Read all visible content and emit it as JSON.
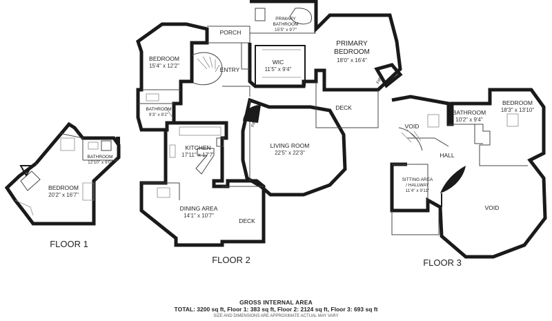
{
  "floors": [
    {
      "label": "FLOOR 1",
      "rooms": [
        {
          "name": "BEDROOM",
          "dims": "20'2\" x 16'7\""
        },
        {
          "name": "BATHROOM",
          "dims": "12'10\" x 9'0\""
        }
      ]
    },
    {
      "label": "FLOOR 2",
      "rooms": [
        {
          "name": "BEDROOM",
          "dims": "15'4\" x 12'2\""
        },
        {
          "name": "PORCH",
          "dims": ""
        },
        {
          "name": "PRIMARY",
          "name2": "BATHROOM",
          "dims": "15'5\" x 9'7\""
        },
        {
          "name": "PRIMARY",
          "name2": "BEDROOM",
          "dims": "18'0\" x 16'4\""
        },
        {
          "name": "WIC",
          "dims": "11'5\" x 9'4\""
        },
        {
          "name": "ENTRY",
          "dims": ""
        },
        {
          "name": "BATHROOM",
          "dims": "9'3\" x 8'2\""
        },
        {
          "name": "KITCHEN",
          "dims": "17'11\" x 17'7\""
        },
        {
          "name": "LIVING ROOM",
          "dims": "22'5\" x 22'3\""
        },
        {
          "name": "DECK",
          "dims": ""
        },
        {
          "name": "DINING AREA",
          "dims": "14'1\" x 10'7\""
        },
        {
          "name": "DECK",
          "dims": ""
        }
      ],
      "fireplaces": [
        "FIRE",
        "FIRE"
      ]
    },
    {
      "label": "FLOOR 3",
      "rooms": [
        {
          "name": "VOID",
          "dims": ""
        },
        {
          "name": "BATHROOM",
          "dims": "10'2\" x 9'4\""
        },
        {
          "name": "BEDROOM",
          "dims": "18'3\" x 13'10\""
        },
        {
          "name": "HALL",
          "dims": ""
        },
        {
          "name": "SITTING AREA",
          "name2": "/ HALLWAY",
          "dims": "11'4\" x 9'11\""
        },
        {
          "name": "VOID",
          "dims": ""
        }
      ]
    }
  ],
  "summary": {
    "title": "GROSS INTERNAL AREA",
    "total": "TOTAL: 3200 sq ft, Floor 1: 383 sq ft, Floor 2: 2124 sq ft, Floor 3: 693 sq ft",
    "note": "SIZE AND DIMENSIONS ARE APPROXIMATE ACTUAL MAY VARY"
  },
  "colors": {
    "wall": "#1a1a1a",
    "text": "#222222",
    "background": "#ffffff"
  }
}
